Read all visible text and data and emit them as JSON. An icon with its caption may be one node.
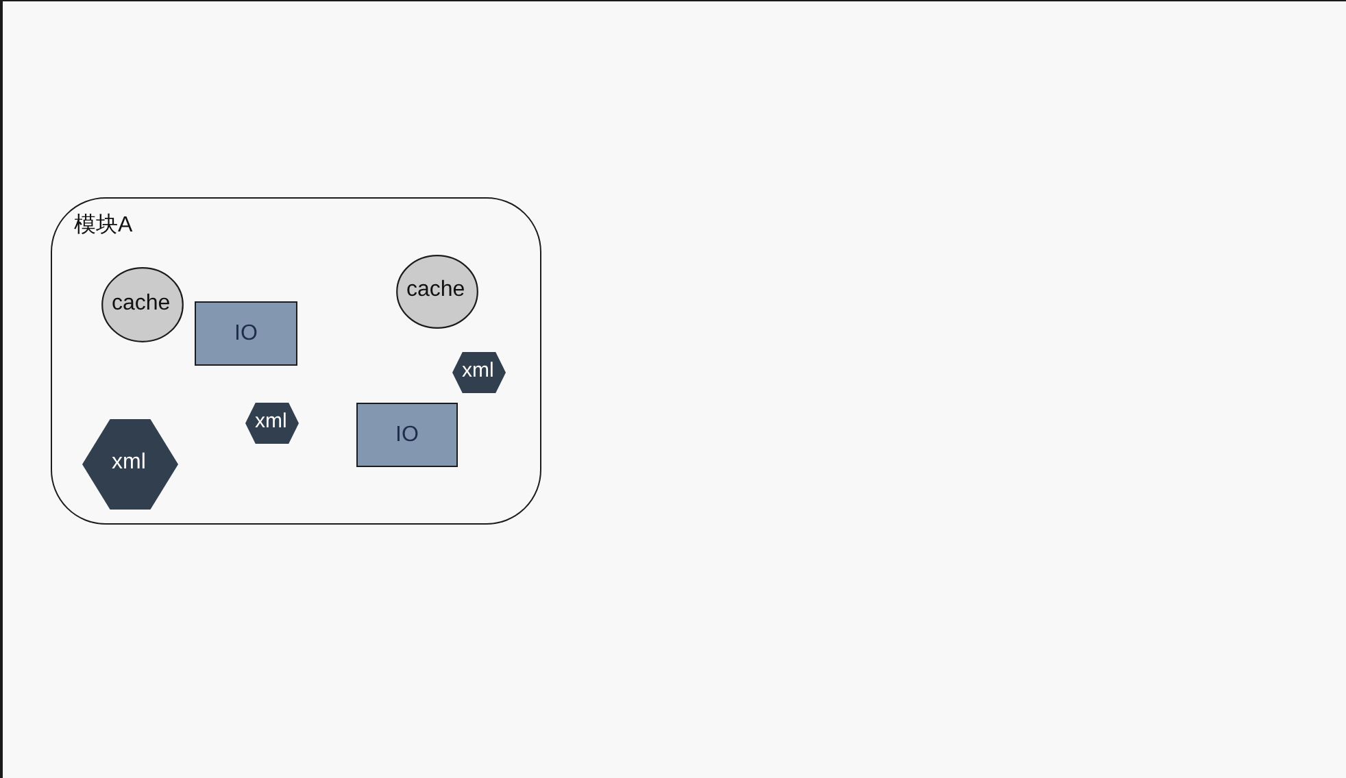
{
  "diagram": {
    "nodes": [
      {
        "text": [
          "模块A"
        ]
      },
      {
        "text": [
          "cache"
        ],
        "in": 0
      },
      {
        "text": [
          "IO"
        ],
        "in": 0
      },
      {
        "text": [
          "cache"
        ],
        "in": 0
      },
      {
        "text": [
          "xml"
        ],
        "in": 0
      },
      {
        "text": [
          "xml"
        ],
        "in": 0
      },
      {
        "text": [
          "xml"
        ],
        "in": 0
      },
      {
        "text": [
          "IO"
        ],
        "in": 0
      }
    ]
  }
}
